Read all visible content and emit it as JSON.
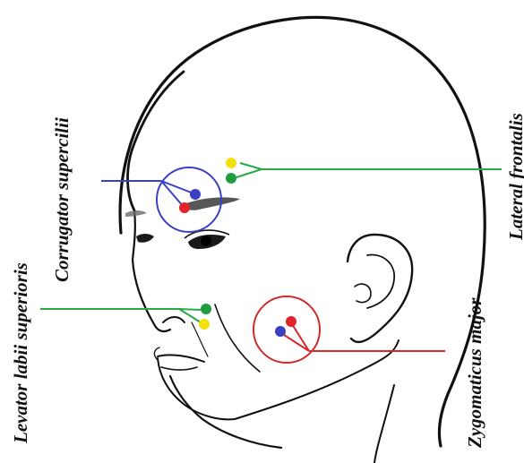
{
  "labels": {
    "corrugator": "Corrugator supercilii",
    "frontalis": "Lateral frontalis",
    "levator": "Levator labii superioris",
    "zygomaticus": "Zygomaticus major"
  },
  "colors": {
    "blue": "#3a3fc4",
    "red": "#e0242a",
    "green": "#1f9e3f",
    "yellow": "#f2e10f",
    "line_green": "#2aa84a",
    "line_red": "#d42a2a",
    "line_blue": "#3a3fc4"
  }
}
